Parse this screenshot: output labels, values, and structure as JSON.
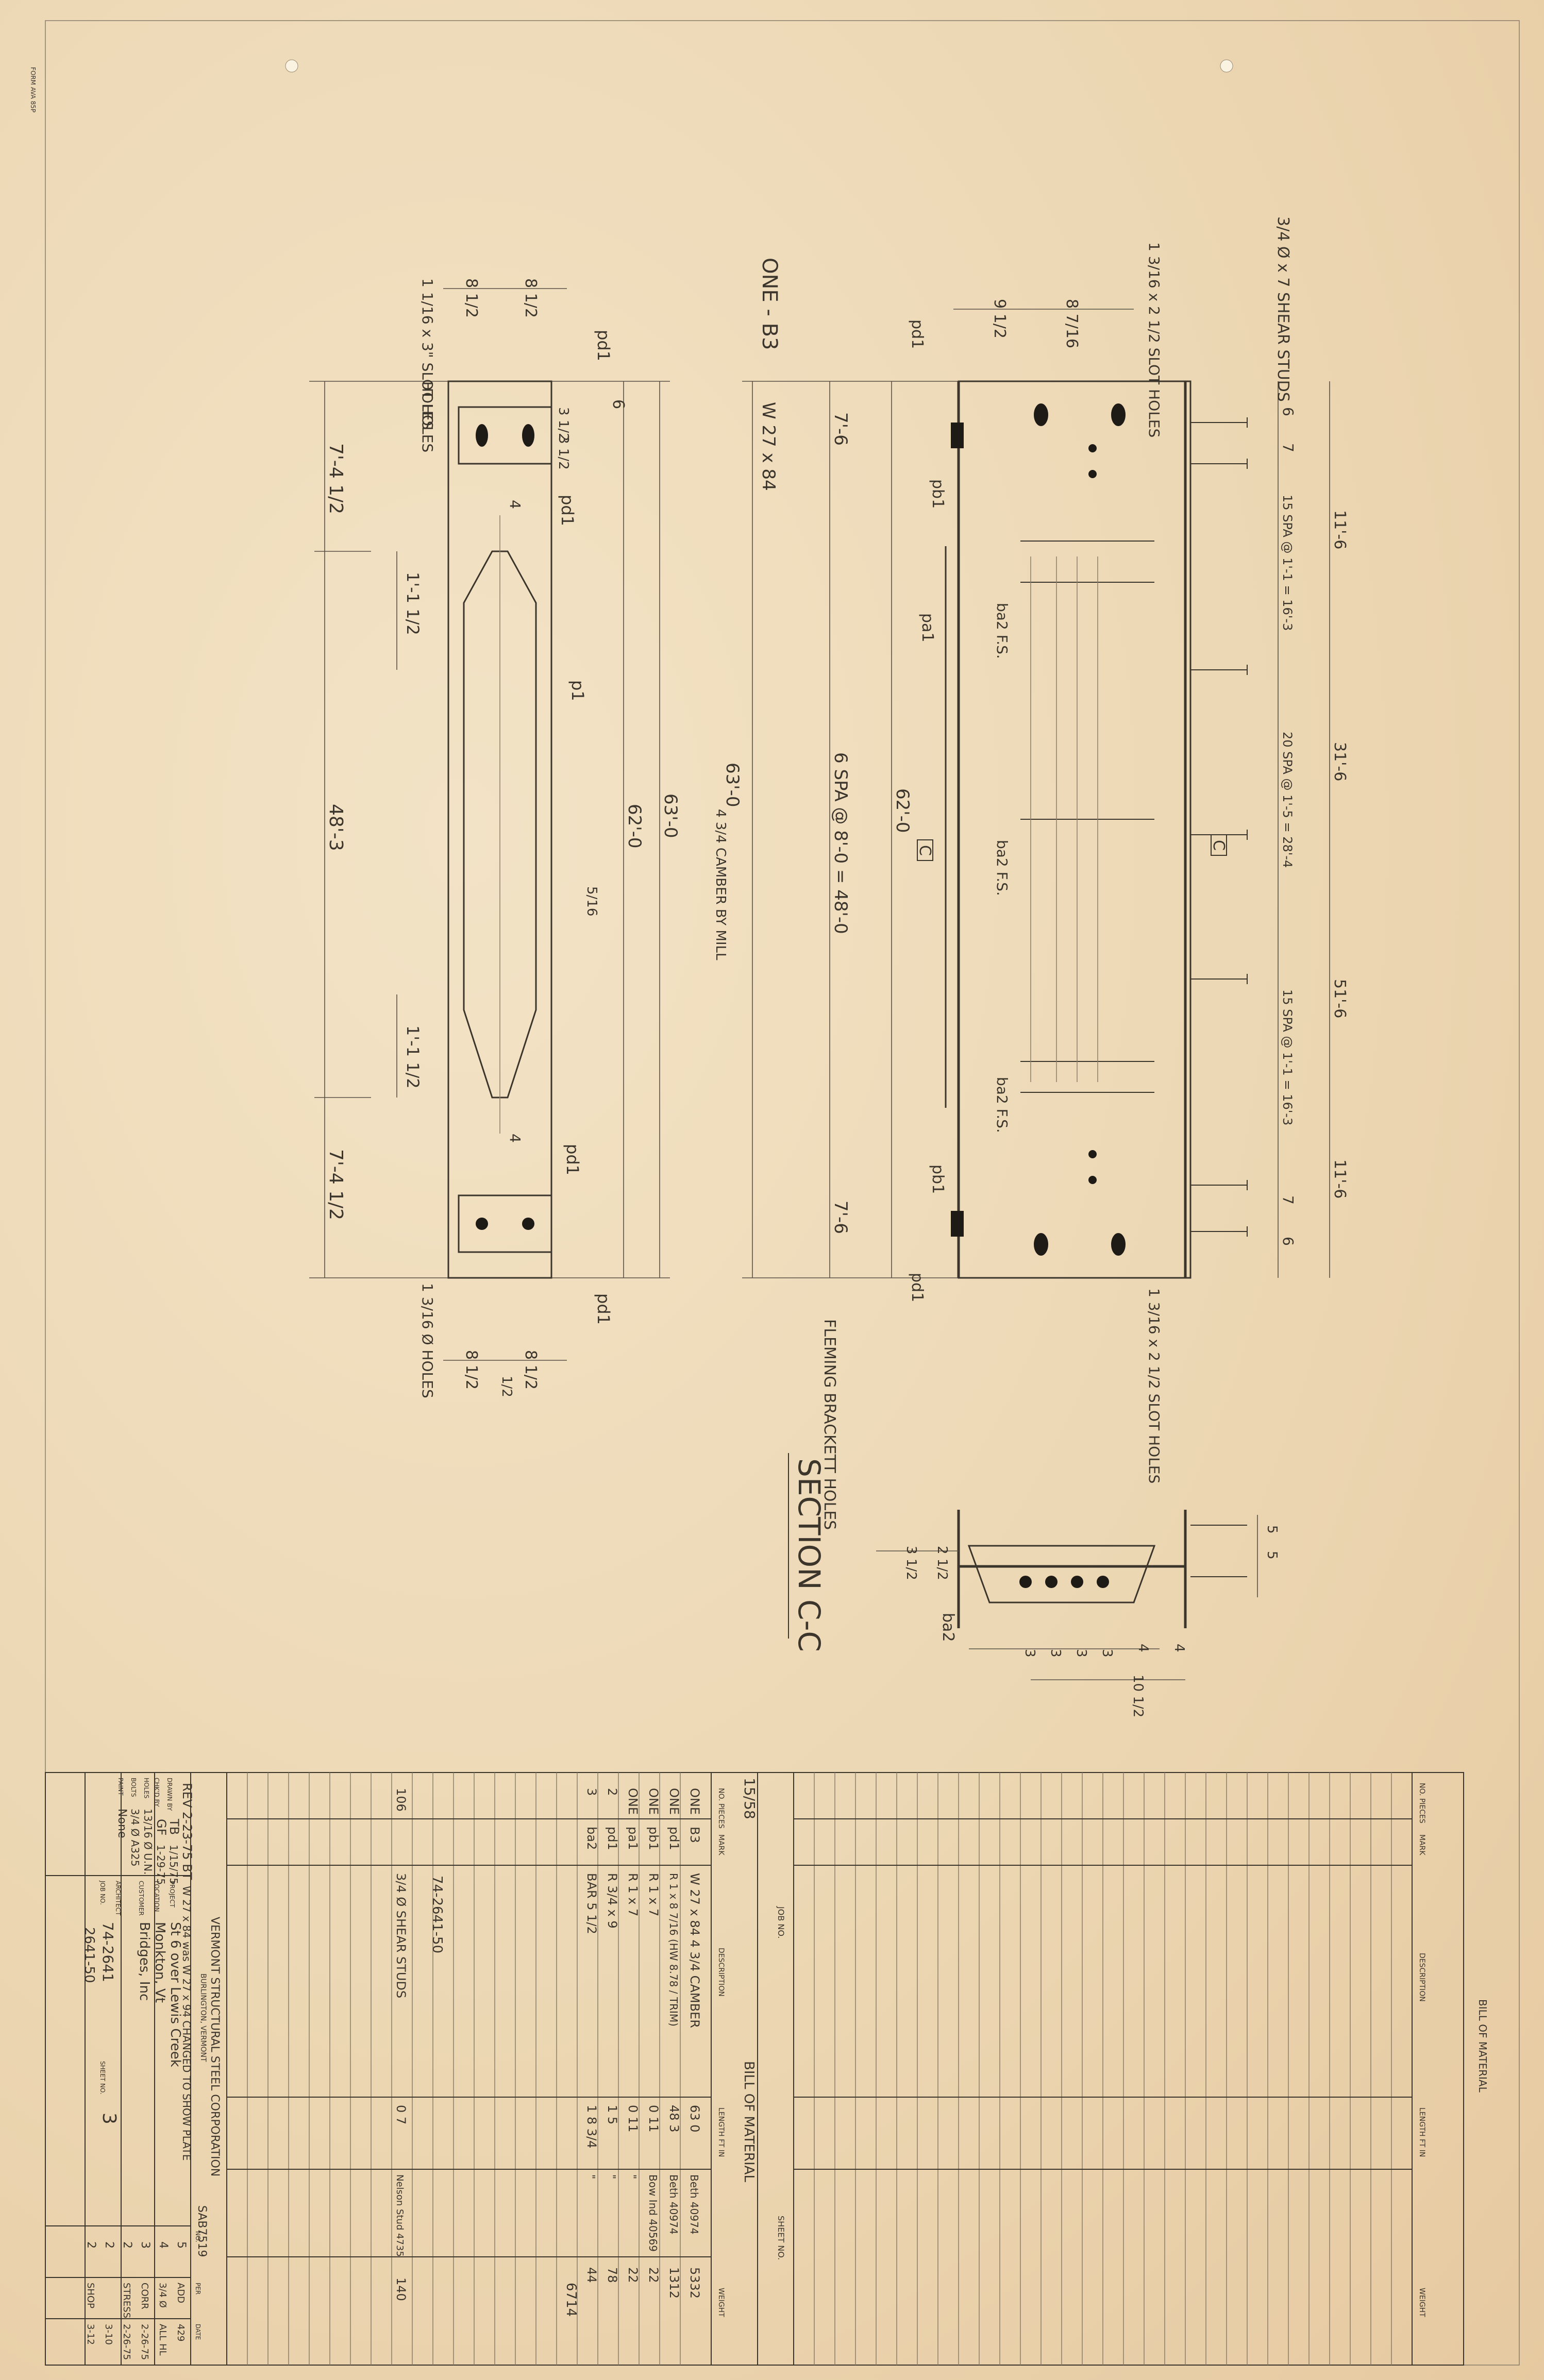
{
  "corner_note": "FORM AVA 85P",
  "beam_top": {
    "top_dims": [
      "8 1/2",
      "8 1/2"
    ],
    "slot_label": "1 1/16 x 3\" SLOT HOLES",
    "segment_dims": [
      "7'-4 1/2",
      "1'-1 1/2",
      "48'-3",
      "1'-1 1/2",
      "7'-4 1/2"
    ],
    "overall_dims": [
      "62'-0",
      "63'-0"
    ],
    "plate_dims": [
      "3 1/2",
      "3 1/2",
      "6"
    ],
    "marks": [
      "pd1",
      "pd1",
      "p1",
      "pd1",
      "pd1"
    ],
    "weld": "5/16",
    "width_marks": [
      "4",
      "4"
    ],
    "bottom_hole_label": "1 3/16 Ø HOLES",
    "bottom_dims": [
      "8 1/2",
      "8 1/2",
      "1/2"
    ]
  },
  "beam_side": {
    "title": "ONE - B3",
    "subtitle": "W 27 x 84",
    "camber": "4 3/4 CAMBER BY MILL",
    "overall": "63'-0",
    "inner": "62'-0",
    "spacing": "6 SPA @ 8'-0 = 48'-0",
    "end_dims": [
      "7'-6",
      "7'-6"
    ],
    "top_dims": [
      "9 1/2",
      "8 7/16"
    ],
    "slot_label": "1 3/16 x 2 1/2 SLOT HOLES",
    "stud_label": "3/4 Ø x 7 SHEAR STUDS",
    "stud_dims": [
      "6",
      "7",
      "15 SPA @ 1'-1 = 16'-3",
      "20 SPA @ 1'-5 = 28'-4",
      "15 SPA @ 1'-1 = 16'-3",
      "7",
      "6"
    ],
    "stud_totals": [
      "11'-6",
      "31'-6",
      "51'-6",
      "11'-6"
    ],
    "bar_labels": [
      "ba2 F.S.",
      "ba2 F.S.",
      "ba2 F.S."
    ],
    "marks": [
      "pd1",
      "pb1",
      "pa1",
      "pb1",
      "pd1"
    ],
    "fs_label": "FLEMING BRACKETT HOLES",
    "section_mark": "C"
  },
  "section": {
    "title": "SECTION C-C",
    "dims": [
      "3 1/2",
      "2 1/2",
      "4",
      "5",
      "5",
      "3",
      "3",
      "3",
      "3",
      "4",
      "10 1/2"
    ],
    "mark": "ba2"
  },
  "bom_left": {
    "title": "BILL OF MATERIAL",
    "handwritten_no": "15/58",
    "columns": [
      "NO. PIECES",
      "MARK",
      "DESCRIPTION",
      "LENGTH FT IN",
      "WEIGHT"
    ],
    "job_no_label": "JOB NO.",
    "sheet_no_label": "SHEET NO.",
    "rows": [
      {
        "pieces": "ONE",
        "mark": "B3",
        "desc": "W 27 x 84 4 3/4 CAMBER",
        "length": "63 0",
        "note": "Beth 40974",
        "weight": "5332"
      },
      {
        "pieces": "ONE",
        "mark": "pd1",
        "desc": "R 1 x 8 7/16 (HW 8.78 / TRIM)",
        "length": "48 3",
        "note": "Beth 40974",
        "weight": "1312"
      },
      {
        "pieces": "ONE",
        "mark": "pb1",
        "desc": "R 1 x 7",
        "length": "0 11",
        "note": "Bow Ind 40569",
        "weight": "22"
      },
      {
        "pieces": "ONE",
        "mark": "pa1",
        "desc": "R 1 x 7",
        "length": "0 11",
        "note": "\"",
        "weight": "22"
      },
      {
        "pieces": "2",
        "mark": "pd1",
        "desc": "R 3/4 x 9",
        "length": "1 5",
        "note": "\"",
        "weight": "78"
      },
      {
        "pieces": "3",
        "mark": "ba2",
        "desc": "BAR 5 1/2",
        "length": "1 8 3/4",
        "note": "\"",
        "weight": "44"
      }
    ],
    "subtotal": "6714",
    "stud_ref": "74-2641-50",
    "stud_row": {
      "pieces": "106",
      "desc": "3/4 Ø SHEAR STUDS",
      "length": "0 7",
      "note": "Nelson Stud 4735",
      "weight": "140"
    }
  },
  "bom_right": {
    "title": "BILL OF MATERIAL",
    "columns": [
      "NO. PIECES",
      "MARK",
      "DESCRIPTION",
      "LENGTH FT IN",
      "WEIGHT"
    ]
  },
  "title_block": {
    "company": "VERMONT STRUCTURAL STEEL CORPORATION",
    "location_line": "BURLINGTON, VERMONT",
    "rev": "REV 2-23-75 BT",
    "rev_note": "W 27 x 84 was W 27 x 94 CHANGED TO SHOW PLATE",
    "order": "SAB7519",
    "drawn_by_label": "DRAWN BY",
    "drawn_by": "TB",
    "date1": "1/15/75",
    "chkd_label": "CHK'D BY",
    "chkd": "GF",
    "date2": "1-29-75",
    "project_label": "PROJECT",
    "project": "St 6 over Lewis Creek",
    "location_label": "LOCATION",
    "location": "Monkton, Vt",
    "customer_label": "CUSTOMER",
    "customer": "Bridges, Inc",
    "architect_label": "ARCHITECT",
    "job_label": "JOB NO.",
    "job": "74-2641",
    "job2": "2641-50",
    "sheet_label": "SHEET NO.",
    "sheet": "3",
    "holes_label": "HOLES",
    "holes": "13/16 Ø U.N.",
    "bolts_label": "BOLTS",
    "bolts": "3/4 Ø A325",
    "paint_label": "PAINT",
    "paint": "None",
    "rev_cols": [
      "NO.",
      "PER",
      "DATE"
    ],
    "revs": [
      {
        "no": "5",
        "per": "ADD",
        "date": "429"
      },
      {
        "no": "4",
        "per": "3/4 Ø",
        "date": "ALL HL"
      },
      {
        "no": "3",
        "per": "CORR",
        "date": "2-26-75"
      },
      {
        "no": "2",
        "per": "STRESS",
        "date": "2-26-75"
      },
      {
        "no": "2",
        "per": "",
        "date": "3-10"
      },
      {
        "no": "2",
        "per": "SHOP",
        "date": "3-12"
      }
    ]
  }
}
